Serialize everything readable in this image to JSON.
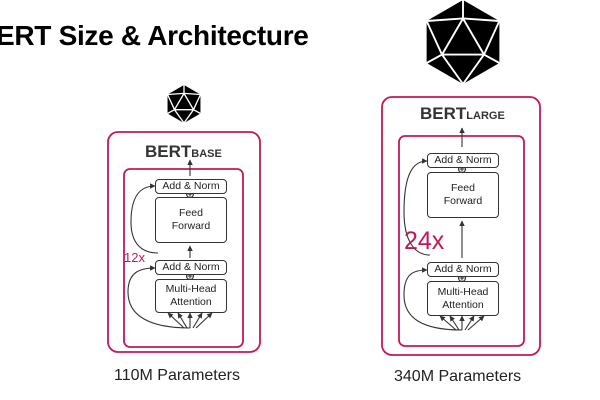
{
  "slide": {
    "title": "ERT Size & Architecture"
  },
  "colors": {
    "accent": "#c2185b",
    "block_border": "#333333",
    "text": "#222222"
  },
  "models": {
    "base": {
      "name_main": "BERT",
      "name_sub": "BASE",
      "repeat_label": "12x",
      "add_norm_top": "Add & Norm",
      "feed_forward": "Feed\nForward",
      "add_norm_bottom": "Add & Norm",
      "attention": "Multi-Head\nAttention",
      "params": "110M Parameters",
      "icon": "icosahedron-icon"
    },
    "large": {
      "name_main": "BERT",
      "name_sub": "LARGE",
      "repeat_label": "24x",
      "add_norm_top": "Add & Norm",
      "feed_forward": "Feed\nForward",
      "add_norm_bottom": "Add & Norm",
      "attention": "Multi-Head\nAttention",
      "params": "340M Parameters",
      "icon": "icosahedron-icon"
    }
  }
}
